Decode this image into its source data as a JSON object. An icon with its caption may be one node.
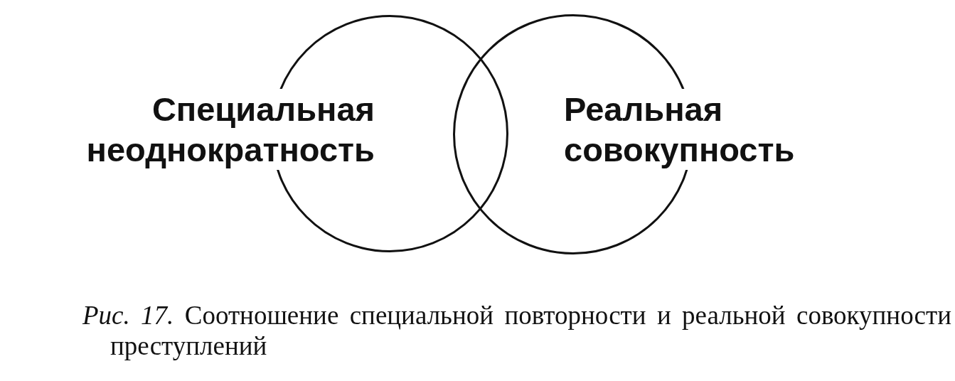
{
  "diagram": {
    "caption": "*Рис. 17.* Соотношение специальной повторности и реальной совокупности преступлений",
    "nodes": [
      {
        "text": [
          "Специальная неоднократность"
        ]
      },
      {
        "text": [
          "Реальная совокупность"
        ]
      }
    ]
  }
}
